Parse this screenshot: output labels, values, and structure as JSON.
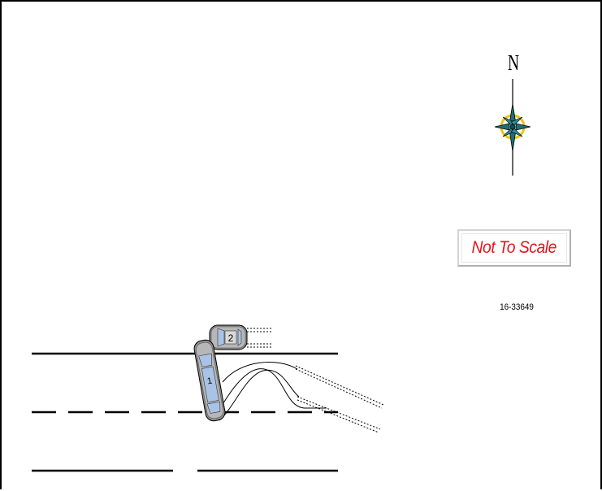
{
  "compass": {
    "north_label": "N",
    "icon": "compass-rose-icon",
    "colors": {
      "star": "#1f6f78",
      "ring": "#e8c51a",
      "outline": "#000000"
    }
  },
  "legend": {
    "scale_note": "Not To Scale",
    "scale_note_color": "#e4141b"
  },
  "case_number": "16-33649",
  "vehicles": [
    {
      "label": "1",
      "icon": "car-icon"
    },
    {
      "label": "2",
      "icon": "car-icon"
    }
  ],
  "colors": {
    "vehicle_body": "#8d8d8d",
    "vehicle_glass": "#a9c3e6",
    "road_line": "#000000"
  }
}
